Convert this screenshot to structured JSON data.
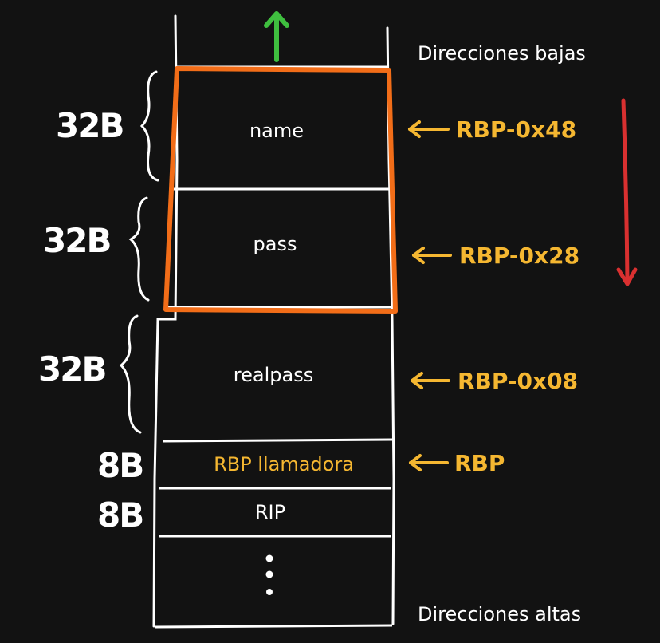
{
  "labels": {
    "low_addresses": "Direcciones bajas",
    "high_addresses": "Direcciones altas"
  },
  "cells": {
    "name": "name",
    "pass": "pass",
    "realpass": "realpass",
    "saved_rbp": "RBP llamadora",
    "rip": "RIP"
  },
  "sizes": {
    "name": "32B",
    "pass": "32B",
    "realpass": "32B",
    "saved_rbp": "8B",
    "rip": "8B"
  },
  "pointers": {
    "name": "RBP-0x48",
    "pass": "RBP-0x28",
    "realpass": "RBP-0x08",
    "saved_rbp": "RBP"
  },
  "colors": {
    "background": "#121212",
    "stack_lines": "#ffffff",
    "highlight_box": "#f26d18",
    "pointer_color": "#f5b731",
    "up_arrow": "#3fbf3f",
    "down_arrow": "#d93030"
  }
}
